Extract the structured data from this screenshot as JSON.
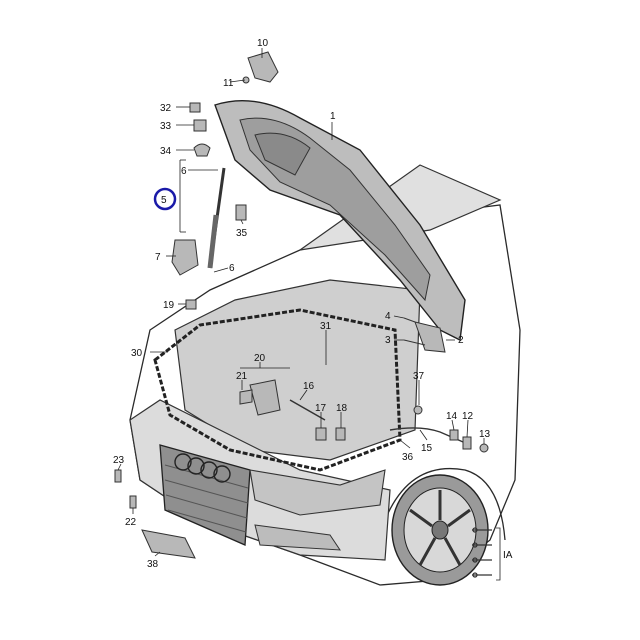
{
  "callouts": [
    {
      "id": "c10",
      "label": "10"
    },
    {
      "id": "c11",
      "label": "11"
    },
    {
      "id": "c32",
      "label": "32"
    },
    {
      "id": "c33",
      "label": "33"
    },
    {
      "id": "c34",
      "label": "34"
    },
    {
      "id": "c6a",
      "label": "6"
    },
    {
      "id": "c5",
      "label": "5"
    },
    {
      "id": "c35",
      "label": "35"
    },
    {
      "id": "c1",
      "label": "1"
    },
    {
      "id": "c7",
      "label": "7"
    },
    {
      "id": "c6b",
      "label": "6"
    },
    {
      "id": "c19",
      "label": "19"
    },
    {
      "id": "c4",
      "label": "4"
    },
    {
      "id": "c3",
      "label": "3"
    },
    {
      "id": "c2",
      "label": "2"
    },
    {
      "id": "c31",
      "label": "31"
    },
    {
      "id": "c30",
      "label": "30"
    },
    {
      "id": "c20",
      "label": "20"
    },
    {
      "id": "c21",
      "label": "21"
    },
    {
      "id": "c16",
      "label": "16"
    },
    {
      "id": "c17",
      "label": "17"
    },
    {
      "id": "c18",
      "label": "18"
    },
    {
      "id": "c37",
      "label": "37"
    },
    {
      "id": "c14",
      "label": "14"
    },
    {
      "id": "c12",
      "label": "12"
    },
    {
      "id": "c13",
      "label": "13"
    },
    {
      "id": "c15",
      "label": "15"
    },
    {
      "id": "c36",
      "label": "36"
    },
    {
      "id": "c23",
      "label": "23"
    },
    {
      "id": "c22",
      "label": "22"
    },
    {
      "id": "c38",
      "label": "38"
    },
    {
      "id": "cIA",
      "label": "IA"
    }
  ],
  "highlight": {
    "color": "#1a1aa8",
    "target": "5"
  }
}
